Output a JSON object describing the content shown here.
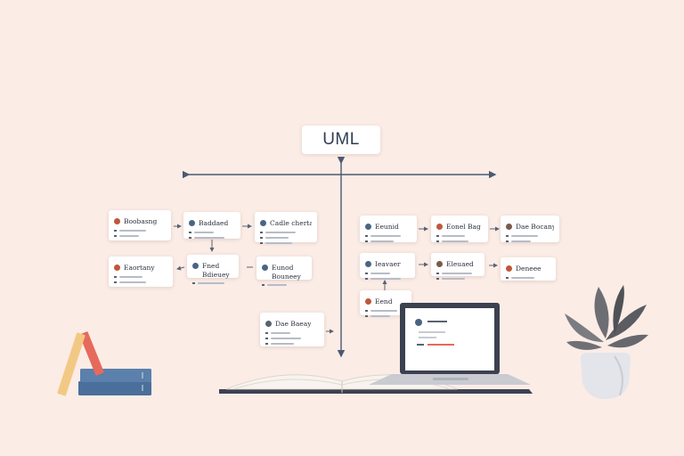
{
  "diagram": {
    "title": "UML",
    "classes": [
      {
        "id": "c1",
        "name": "Boobasng",
        "dot": "#c0563c",
        "lines": 2
      },
      {
        "id": "c2",
        "name": "Baddaed",
        "dot": "#4a6584",
        "lines": 2
      },
      {
        "id": "c3",
        "name": "Cadle chertay",
        "dot": "#4a6584",
        "lines": 3
      },
      {
        "id": "c4",
        "name": "Eaortany",
        "dot": "#c0563c",
        "lines": 2
      },
      {
        "id": "c5",
        "name": "Fned",
        "dot": "#4a6584",
        "lines": 1,
        "name2": "Bdieuey"
      },
      {
        "id": "c6",
        "name": "Eunod",
        "dot": "#4a6584",
        "lines": 1,
        "name2": "Bouneey"
      },
      {
        "id": "c7",
        "name": "Eeunid",
        "dot": "#4a6584",
        "lines": 2
      },
      {
        "id": "c8",
        "name": "Eonel Bag",
        "dot": "#c0563c",
        "lines": 2
      },
      {
        "id": "c9",
        "name": "Dae Bocany",
        "dot": "#7a5a4c",
        "lines": 2
      },
      {
        "id": "c10",
        "name": "Ieavaer",
        "dot": "#4a6584",
        "lines": 2
      },
      {
        "id": "c11",
        "name": "Eleuaed",
        "dot": "#7a5a4c",
        "lines": 2
      },
      {
        "id": "c12",
        "name": "Deneee",
        "dot": "#c0563c",
        "lines": 1
      },
      {
        "id": "c13",
        "name": "Eend",
        "dot": "#c0563c",
        "lines": 2
      },
      {
        "id": "c14",
        "name": "Dae Baeay",
        "dot": "#5a6272",
        "lines": 3
      }
    ]
  },
  "colors": {
    "background": "#fbece6",
    "axis": "#4a5a70",
    "accent_red": "#c0563c",
    "accent_blue": "#4a6584"
  },
  "decor": {
    "items": [
      "books-stack",
      "open-book",
      "laptop",
      "potted-plant"
    ]
  }
}
